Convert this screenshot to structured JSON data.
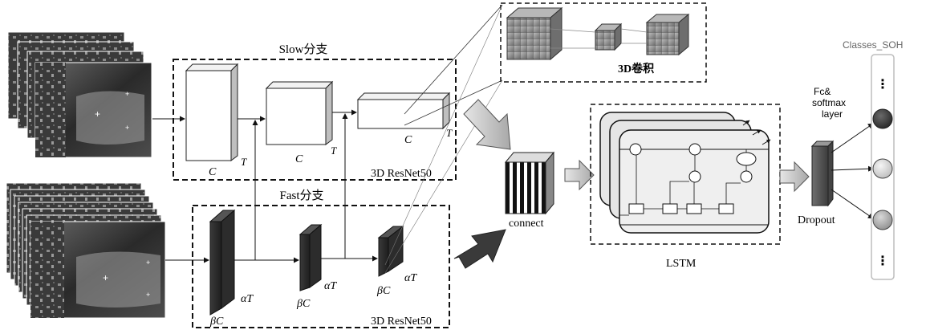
{
  "slow_branch": {
    "title": "Slow分支",
    "backbone": "3D ResNet50",
    "dim_c": "C",
    "dim_t": "T"
  },
  "fast_branch": {
    "title": "Fast分支",
    "backbone": "3D ResNet50",
    "dim_beta_c": "βC",
    "dim_alpha_t": "αT"
  },
  "conv3d_box": {
    "label": "3D卷积"
  },
  "connect_block": {
    "label": "connect"
  },
  "lstm_block": {
    "label": "LSTM"
  },
  "dropout_block": {
    "label": "Dropout"
  },
  "fc_softmax": {
    "label_line1": "Fc&",
    "label_line2": "softmax",
    "label_line3": "layer"
  },
  "classes_column": {
    "label": "Classes_SOH",
    "ellipsis": "⋮"
  }
}
